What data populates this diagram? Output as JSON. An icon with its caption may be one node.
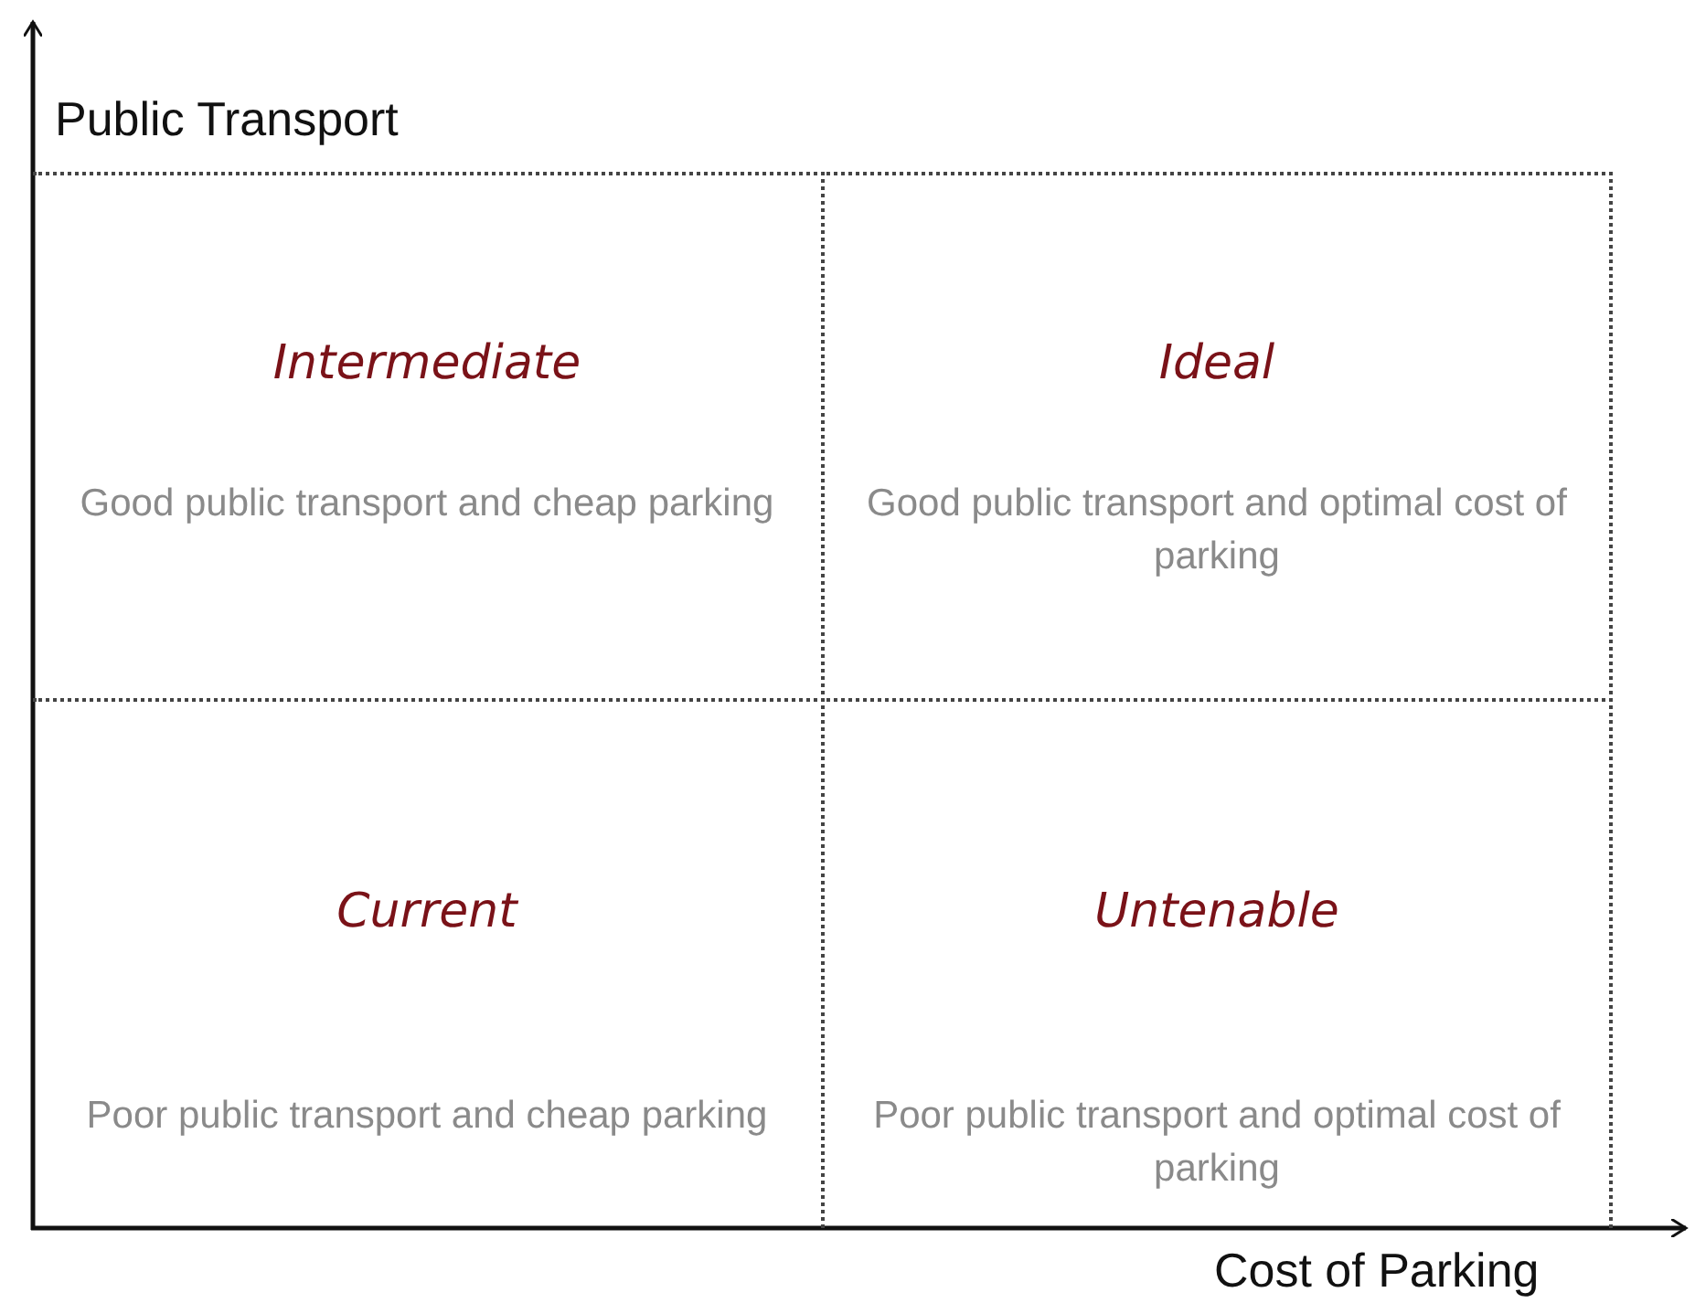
{
  "diagram": {
    "nodes": [
      {
        "text": [
          "Intermediate",
          "Good public transport and cheap parking"
        ]
      },
      {
        "text": [
          "Ideal",
          "Good public transport and optimal cost of parking"
        ]
      },
      {
        "text": [
          "Current",
          "Poor public transport and cheap parking"
        ]
      },
      {
        "text": [
          "Untenable",
          "Poor public transport and optimal cost of parking"
        ]
      }
    ],
    "labels": [
      "Public Transport",
      "Cost of Parking"
    ]
  }
}
